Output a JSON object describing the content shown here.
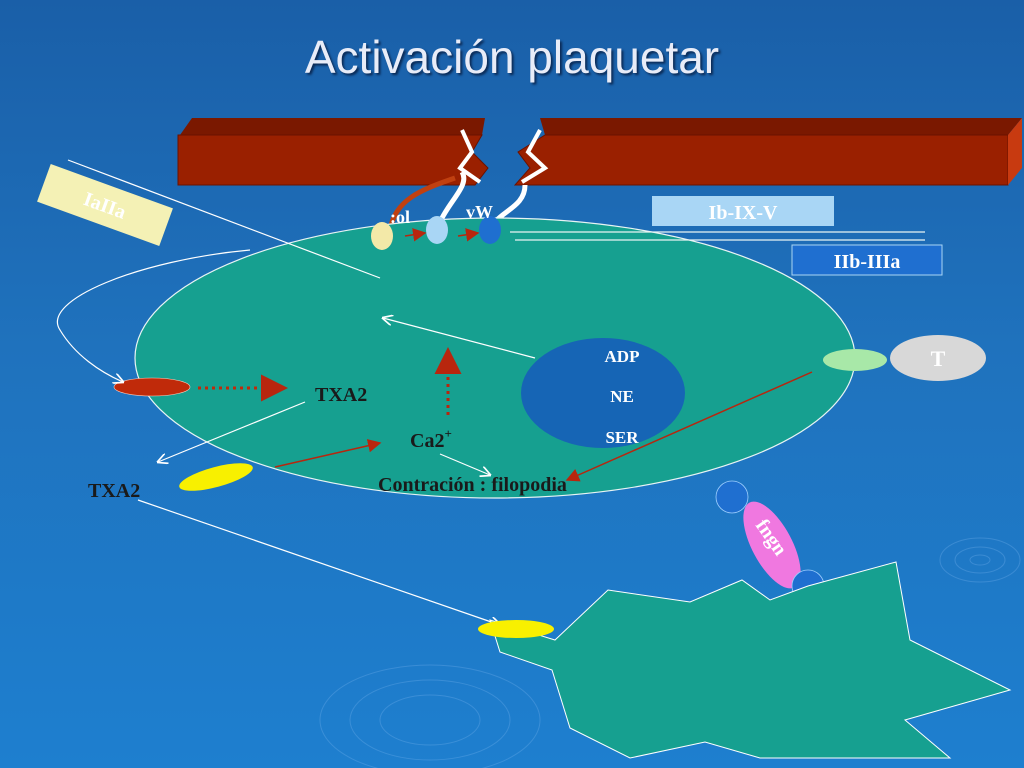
{
  "title": "Activación plaquetar",
  "labels": {
    "ialla": "IaIIa",
    "col": ":ol",
    "vw": "vW",
    "ib_ix_v": "Ib-IX-V",
    "iib_iiia": "IIb-IIIa",
    "adp": "ADP",
    "ne": "NE",
    "ser": "SER",
    "txa2_inside": "TXA2",
    "txa2_outside": "TXA2",
    "ca2": "Ca2",
    "ca2_sup": "+",
    "contraction": "Contración : filopodia",
    "t": "T",
    "fngn": "fngn"
  },
  "colors": {
    "vessel_wall": "#9a2000",
    "cell": "#16a090",
    "granule": "#1665b5",
    "label_box": "#a9d6f5",
    "label_text": "#ffffff",
    "ialla_box": "#f4f1b5",
    "arrow_red": "#b8260e",
    "fngn": "#f078e0"
  }
}
